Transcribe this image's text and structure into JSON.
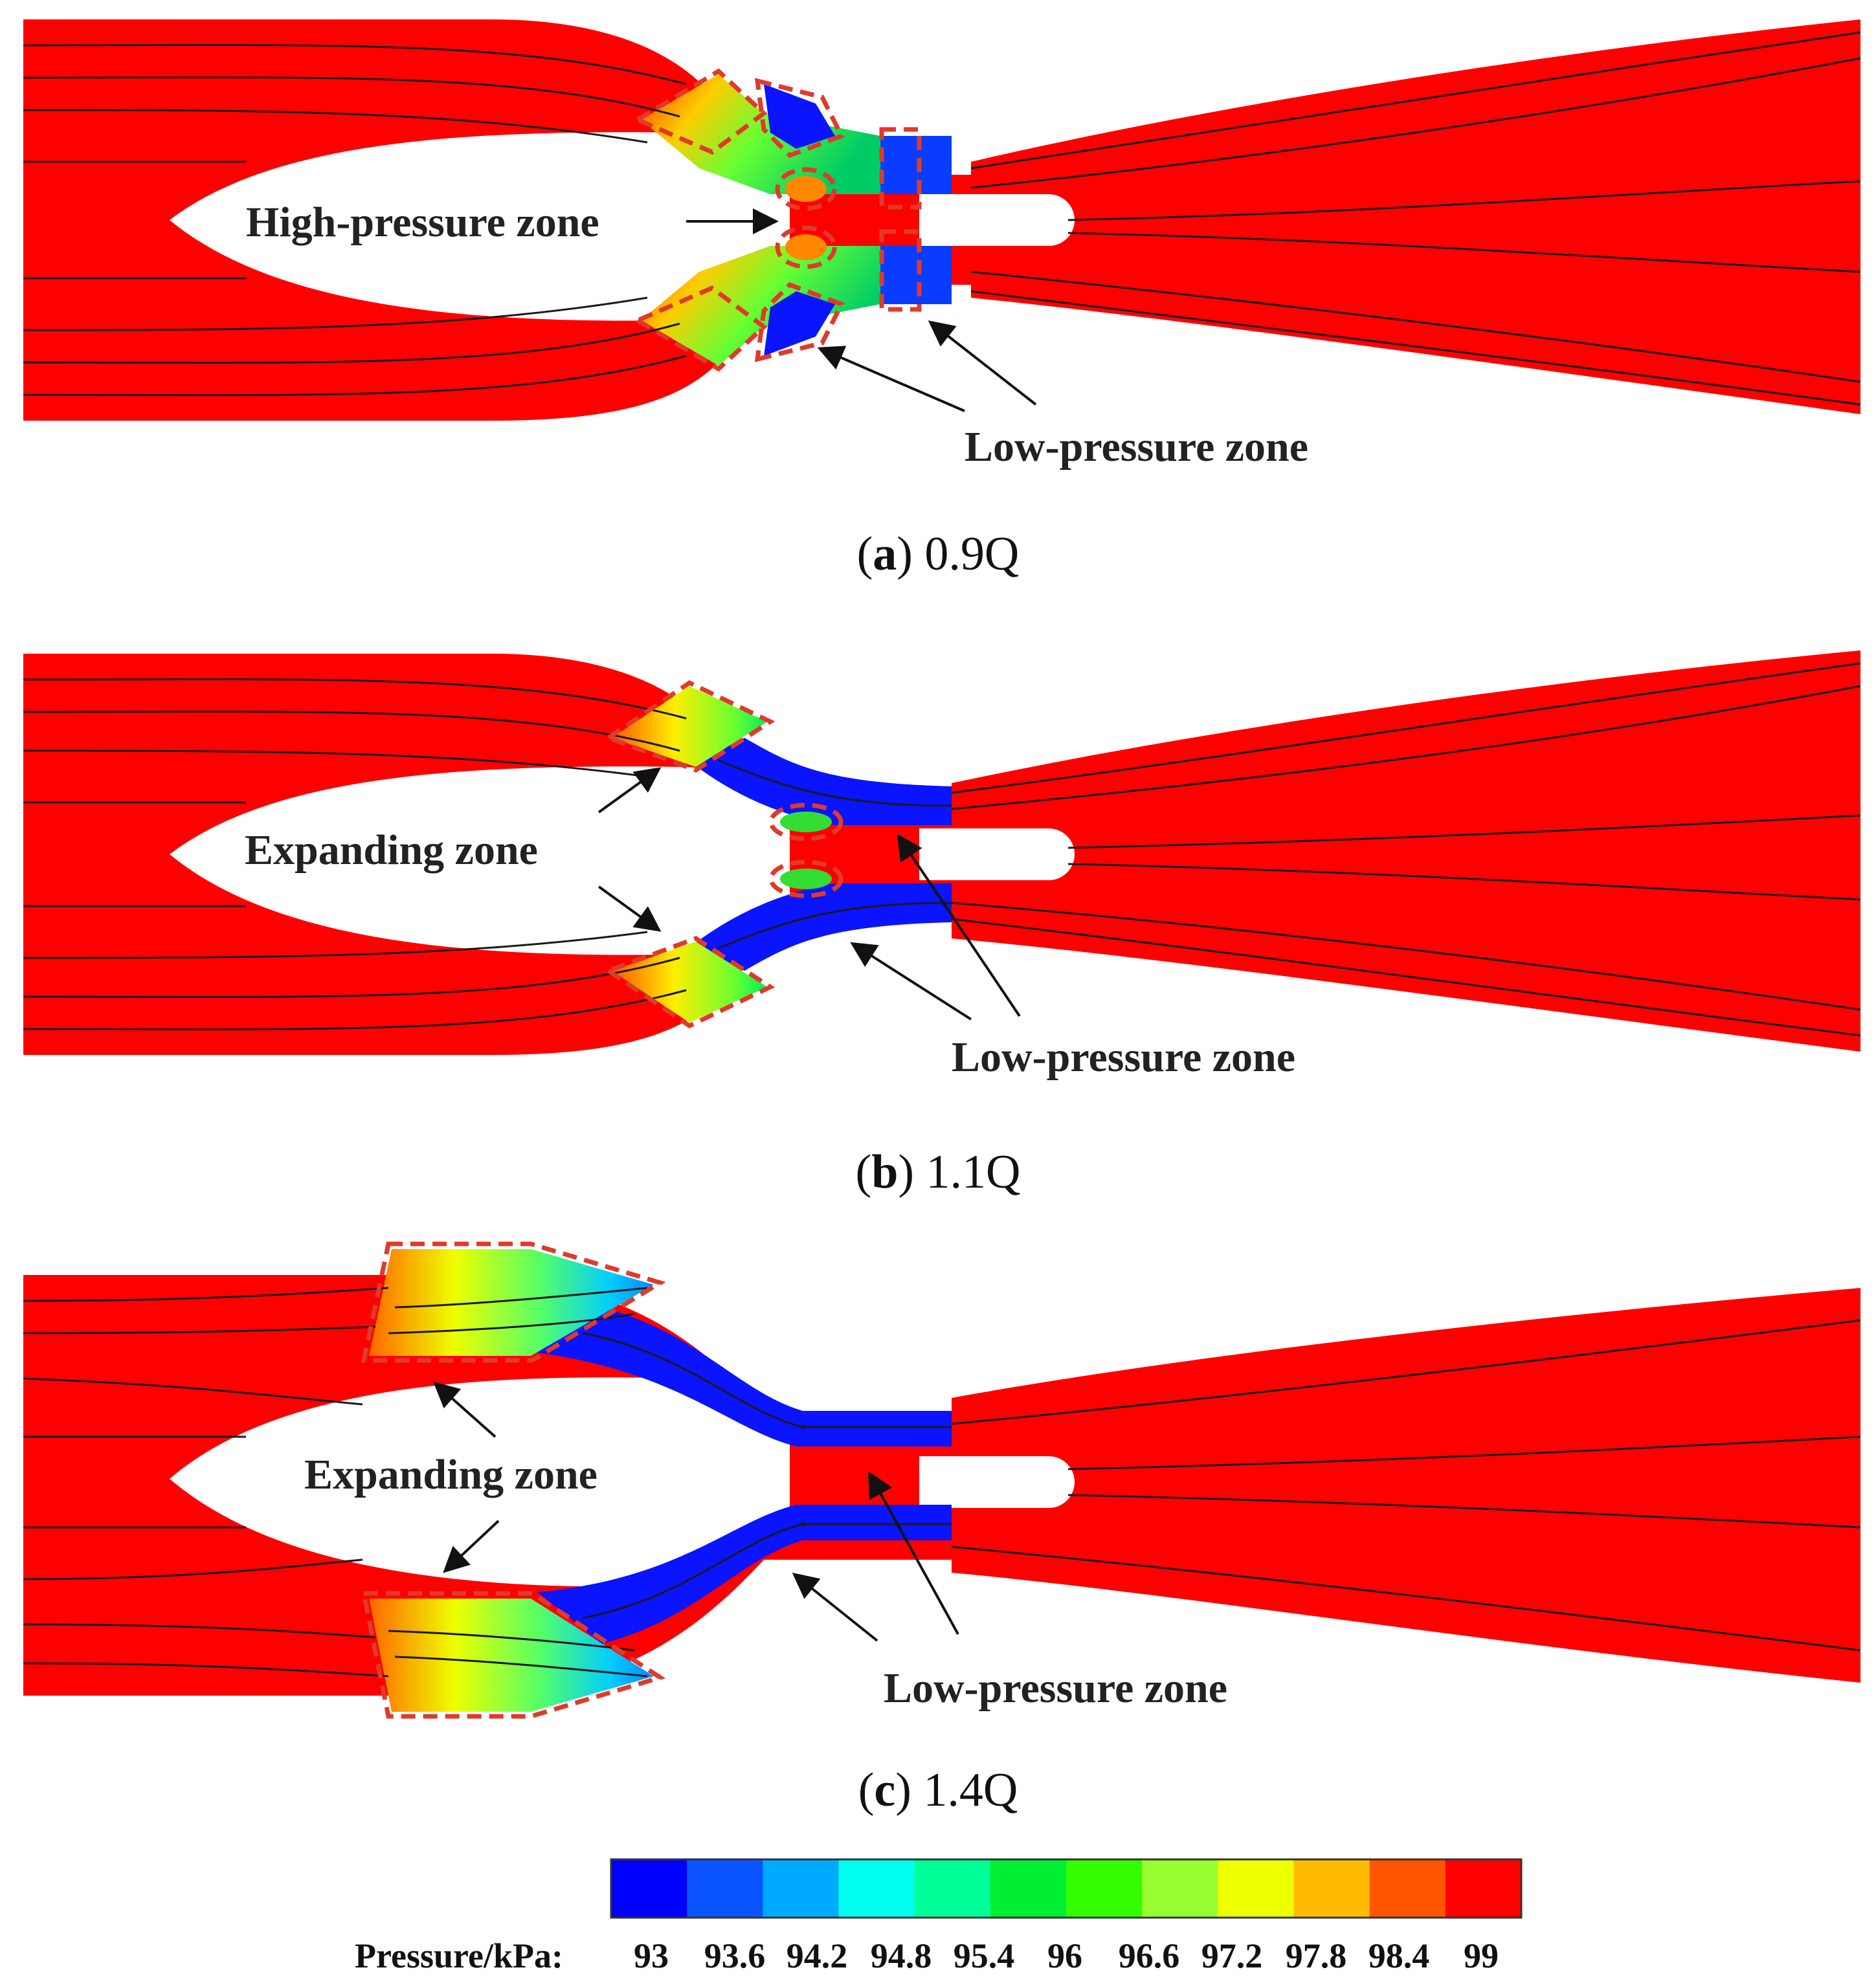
{
  "panels": [
    {
      "id": "a",
      "caption_letter": "a",
      "caption_rest": " 0.9Q",
      "annotations": {
        "upper": "High-pressure zone",
        "lower": "Low-pressure zone"
      }
    },
    {
      "id": "b",
      "caption_letter": "b",
      "caption_rest": " 1.1Q",
      "annotations": {
        "upper": "Expanding zone",
        "lower": "Low-pressure zone"
      }
    },
    {
      "id": "c",
      "caption_letter": "c",
      "caption_rest": " 1.4Q",
      "annotations": {
        "upper": "Expanding zone",
        "lower": "Low-pressure zone"
      }
    }
  ],
  "colorbar": {
    "title": "Pressure/kPa:",
    "ticks": [
      "93",
      "93.6",
      "94.2",
      "94.8",
      "95.4",
      "96",
      "96.6",
      "97.2",
      "97.8",
      "98.4",
      "99"
    ],
    "colors": [
      "#0000ff",
      "#0a55ff",
      "#00aaff",
      "#00ffee",
      "#00ff99",
      "#00ee33",
      "#33ff00",
      "#99ff33",
      "#eeff00",
      "#ffbb00",
      "#ff5500",
      "#ff0000"
    ]
  },
  "colors": {
    "field": "#ff0000",
    "low": "#0a14ff",
    "dash": "#e03a2a",
    "streamline": "#1a1a1a"
  }
}
